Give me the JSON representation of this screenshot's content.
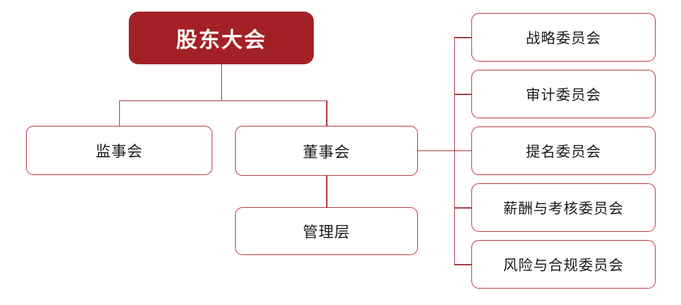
{
  "colors": {
    "root_fill": "#A32126",
    "box_border": "#BB3540",
    "connector_line": "#A83842",
    "node_text": "#1A1A1A",
    "root_text": "#FFFFFF",
    "background": "#FFFFFF"
  },
  "diagram": {
    "type": "org-chart",
    "root": {
      "label": "股东大会"
    },
    "level2": [
      {
        "label": "监事会"
      },
      {
        "label": "董事会"
      }
    ],
    "management": {
      "label": "管理层"
    },
    "committees": [
      {
        "label": "战略委员会"
      },
      {
        "label": "审计委员会"
      },
      {
        "label": "提名委员会"
      },
      {
        "label": "薪酬与考核委员会"
      },
      {
        "label": "风险与合规委员会"
      }
    ],
    "edges": [
      {
        "from": "股东大会",
        "to": "监事会"
      },
      {
        "from": "股东大会",
        "to": "董事会"
      },
      {
        "from": "董事会",
        "to": "管理层"
      },
      {
        "from": "董事会",
        "to": "战略委员会"
      },
      {
        "from": "董事会",
        "to": "审计委员会"
      },
      {
        "from": "董事会",
        "to": "提名委员会"
      },
      {
        "from": "董事会",
        "to": "薪酬与考核委员会"
      },
      {
        "from": "董事会",
        "to": "风险与合规委员会"
      }
    ]
  }
}
